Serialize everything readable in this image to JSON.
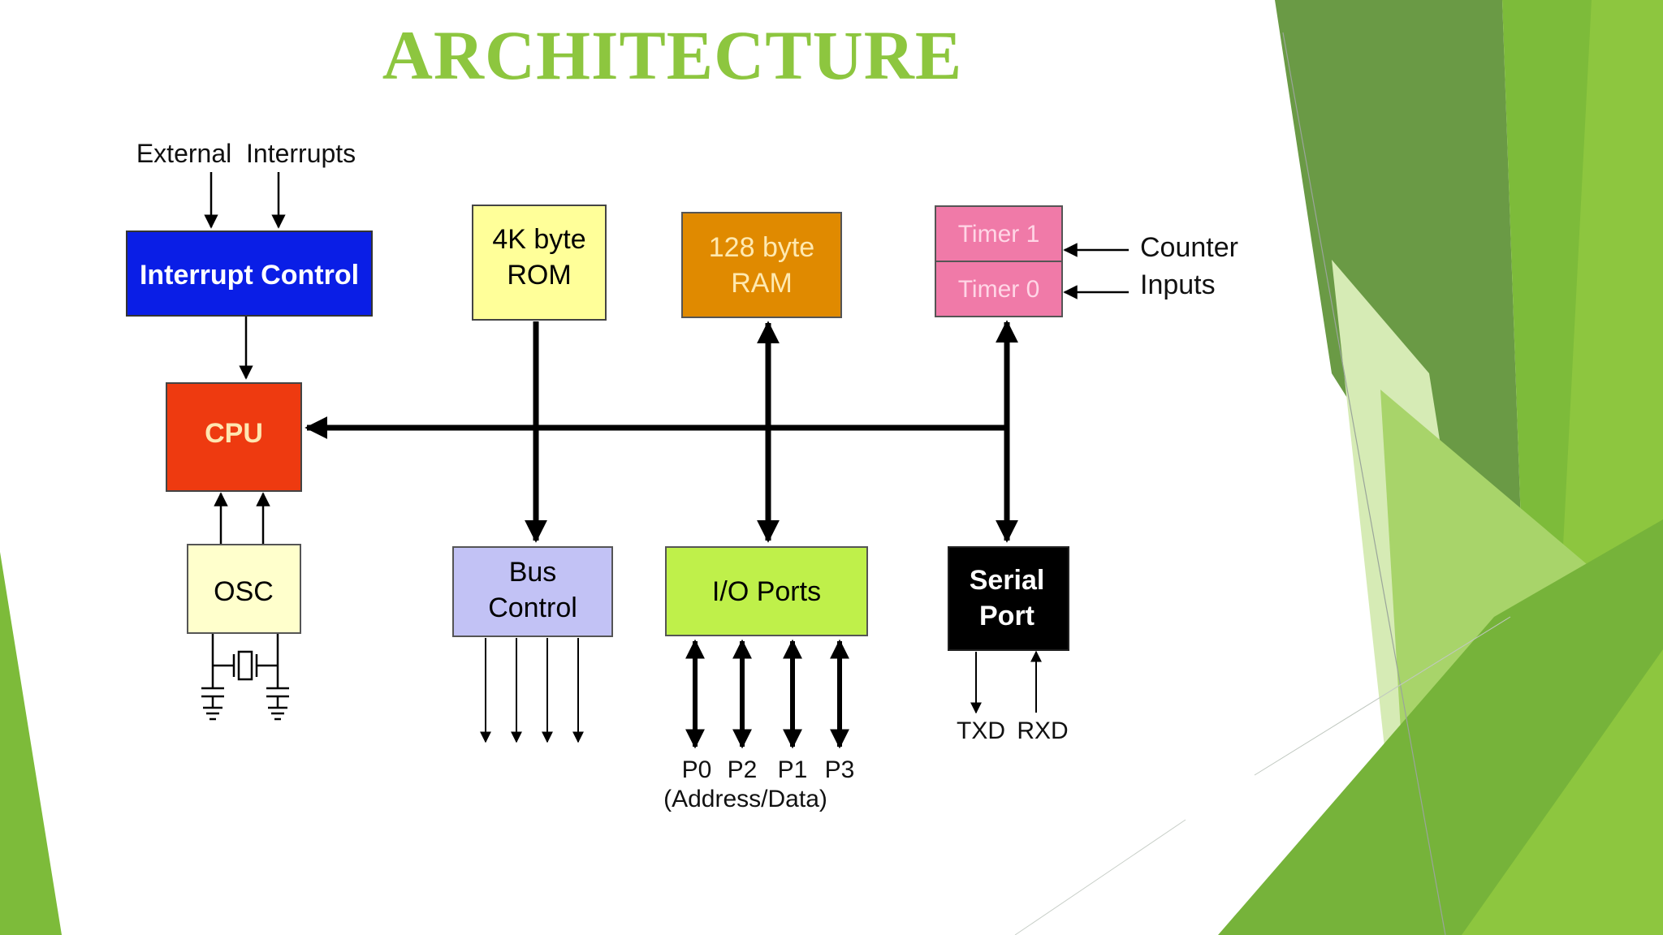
{
  "slide": {
    "title": "ARCHITECTURE"
  },
  "diagram": {
    "external_interrupts_label": "External  Interrupts",
    "counter_inputs_label": [
      "Counter",
      "Inputs"
    ],
    "blocks": {
      "interrupt_control": {
        "lines": [
          "Interrupt Control"
        ],
        "fill": "#0a1ee6",
        "text_color": "#ffffff"
      },
      "rom": {
        "lines": [
          "4K byte",
          "ROM"
        ],
        "fill": "#ffff99",
        "text_color": "#000000"
      },
      "ram": {
        "lines": [
          "128 byte",
          "RAM"
        ],
        "fill": "#e08a00",
        "text_color": "#ffe9b0"
      },
      "timer1": {
        "lines": [
          "Timer 1"
        ],
        "fill": "#f07aa8",
        "text_color": "#ffd6e6"
      },
      "timer0": {
        "lines": [
          "Timer 0"
        ],
        "fill": "#f07aa8",
        "text_color": "#ffd6e6"
      },
      "cpu": {
        "lines": [
          "CPU"
        ],
        "fill": "#ee3a10",
        "text_color": "#ffe6b0"
      },
      "osc": {
        "lines": [
          "OSC"
        ],
        "fill": "#ffffcc",
        "text_color": "#000000"
      },
      "bus_control": {
        "lines": [
          "Bus",
          "Control"
        ],
        "fill": "#c2c2f5",
        "text_color": "#000000"
      },
      "io_ports": {
        "lines": [
          "I/O Ports"
        ],
        "fill": "#bff04a",
        "text_color": "#000000"
      },
      "serial_port": {
        "lines": [
          "Serial",
          "Port"
        ],
        "fill": "#000000",
        "text_color": "#ffffff"
      }
    },
    "port_labels": [
      "P0",
      "P2",
      "P1",
      "P3"
    ],
    "address_data_label": "(Address/Data)",
    "txd_label": "TXD",
    "rxd_label": "RXD"
  },
  "theme": {
    "accent": "#8dc63f",
    "dark_green": "#6a9a45",
    "mid_green": "#7dbb3a",
    "light_green": "#c8e39a",
    "arrow_color": "#000000"
  }
}
